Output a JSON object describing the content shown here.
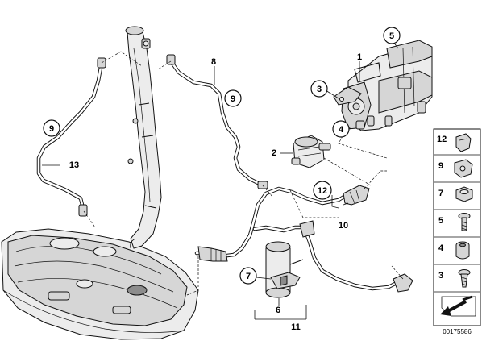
{
  "callouts": {
    "c1": "1",
    "c2": "2",
    "c3": "3",
    "c4": "4",
    "c5": "5",
    "c6": "6",
    "c7": "7",
    "c8": "8",
    "c9_left": "9",
    "c9_right": "9",
    "c10": "10",
    "c11": "11",
    "c12": "12",
    "c13": "13"
  },
  "legend": {
    "items": [
      "12",
      "9",
      "7",
      "5",
      "4",
      "3"
    ]
  },
  "part_number": "00175586"
}
